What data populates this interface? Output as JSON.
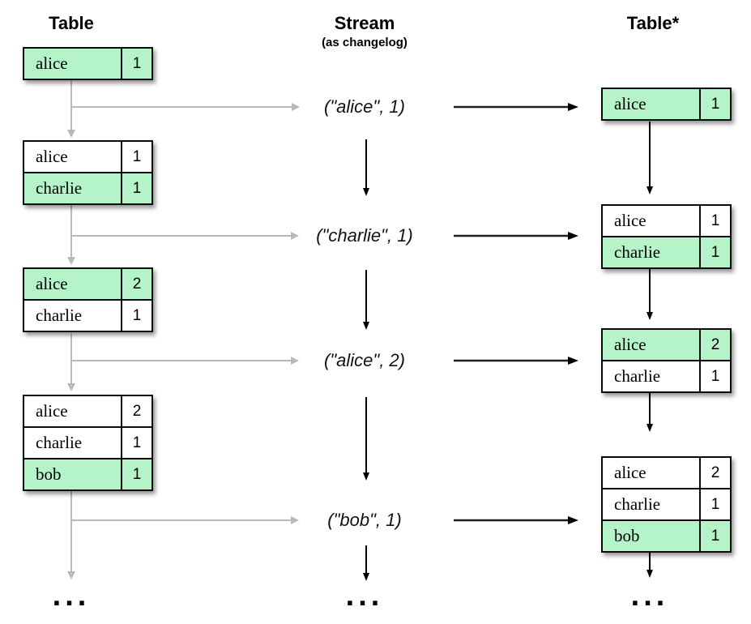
{
  "headers": {
    "left": "Table",
    "middle": "Stream",
    "middle_sub": "(as changelog)",
    "right": "Table*"
  },
  "colors": {
    "highlight_green": "#b5f4c8",
    "gray_connector": "#b9b9b9",
    "black_connector": "#000000"
  },
  "left_tables": [
    {
      "rows": [
        {
          "key": "alice",
          "value": "1",
          "highlight": true
        }
      ]
    },
    {
      "rows": [
        {
          "key": "alice",
          "value": "1",
          "highlight": false
        },
        {
          "key": "charlie",
          "value": "1",
          "highlight": true
        }
      ]
    },
    {
      "rows": [
        {
          "key": "alice",
          "value": "2",
          "highlight": true
        },
        {
          "key": "charlie",
          "value": "1",
          "highlight": false
        }
      ]
    },
    {
      "rows": [
        {
          "key": "alice",
          "value": "2",
          "highlight": false
        },
        {
          "key": "charlie",
          "value": "1",
          "highlight": false
        },
        {
          "key": "bob",
          "value": "1",
          "highlight": true
        }
      ]
    }
  ],
  "stream_events": [
    "(\"alice\", 1)",
    "(\"charlie\", 1)",
    "(\"alice\", 2)",
    "(\"bob\", 1)"
  ],
  "right_tables": [
    {
      "rows": [
        {
          "key": "alice",
          "value": "1",
          "highlight": true
        }
      ]
    },
    {
      "rows": [
        {
          "key": "alice",
          "value": "1",
          "highlight": false
        },
        {
          "key": "charlie",
          "value": "1",
          "highlight": true
        }
      ]
    },
    {
      "rows": [
        {
          "key": "alice",
          "value": "2",
          "highlight": true
        },
        {
          "key": "charlie",
          "value": "1",
          "highlight": false
        }
      ]
    },
    {
      "rows": [
        {
          "key": "alice",
          "value": "2",
          "highlight": false
        },
        {
          "key": "charlie",
          "value": "1",
          "highlight": false
        },
        {
          "key": "bob",
          "value": "1",
          "highlight": true
        }
      ]
    }
  ],
  "ellipsis": "..."
}
